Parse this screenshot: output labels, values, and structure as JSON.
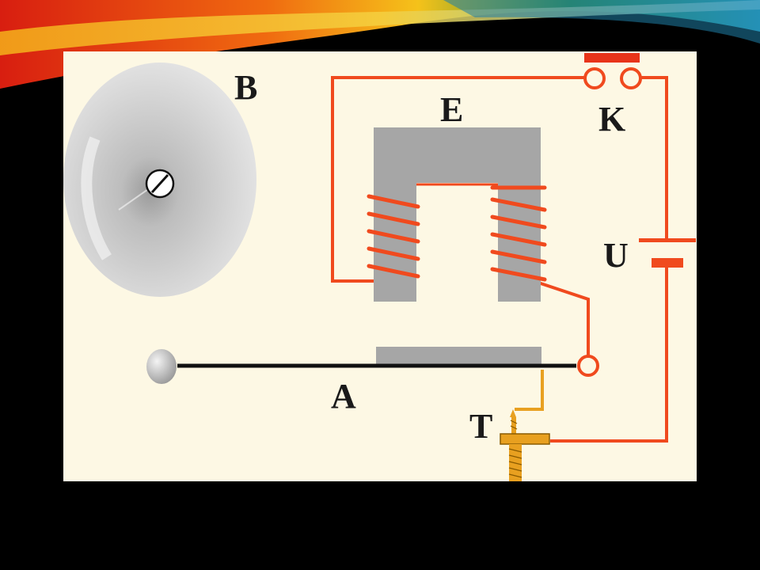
{
  "labels": {
    "bell": "B",
    "electromagnet": "E",
    "switch": "K",
    "battery": "U",
    "armature": "A",
    "contact_screw": "T"
  },
  "colors": {
    "slide_background": "#000000",
    "panel_background": "#fdf8e4",
    "wire": "#f04a1e",
    "iron_core": "#a6a6a6",
    "contact_brass": "#e8a020",
    "armature_rod": "#111111",
    "bell_dome": "#d2d2d2"
  },
  "icons": [
    "bell-dome",
    "electromagnet-core",
    "coil-winding",
    "push-switch",
    "battery-cell",
    "spring-armature",
    "contact-screw",
    "hammer-ball"
  ]
}
